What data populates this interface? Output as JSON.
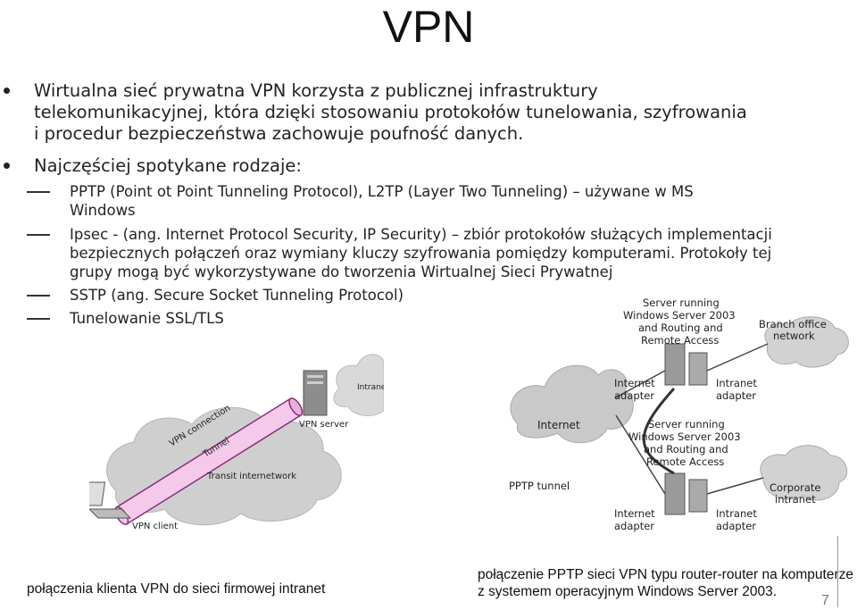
{
  "slide": {
    "title": "VPN",
    "page_number": "7"
  },
  "bullets": {
    "b1_lines": [
      "Wirtualna sieć prywatna VPN korzysta z publicznej infrastruktury",
      "telekomunikacyjnej, która dzięki stosowaniu protokołów tunelowania, szyfrowania",
      "i procedur bezpieczeństwa zachowuje poufność danych."
    ],
    "b2": "Najczęściej spotykane rodzaje:",
    "sub1_lines": [
      "PPTP (Point ot Point Tunneling Protocol), L2TP (Layer Two Tunneling) – używane w MS",
      "Windows"
    ],
    "sub2_lines": [
      "Ipsec - (ang. Internet Protocol Security, IP Security) – zbiór protokołów służących implementacji",
      "bezpiecznych połączeń oraz wymiany kluczy szyfrowania pomiędzy komputerami. Protokoły tej",
      "grupy mogą być wykorzystywane do tworzenia Wirtualnej Sieci Prywatnej"
    ],
    "sub3": "SSTP (ang. Secure Socket Tunneling Protocol)",
    "sub4": "Tunelowanie SSL/TLS"
  },
  "figure_left": {
    "intranet": "Intranet",
    "vpn_server": "VPN server",
    "vpn_connection": "VPN connection",
    "tunnel": "Tunnel",
    "transit": "Transit internetwork",
    "vpn_client": "VPN client",
    "caption": "połączenia  klienta VPN do sieci  firmowej intranet"
  },
  "figure_right": {
    "server1_lines": [
      "Server running",
      "Windows Server 2003",
      "and Routing and",
      "Remote Access"
    ],
    "branch_lines": [
      "Branch office",
      "network"
    ],
    "internet_adapter_lines": [
      "Internet",
      "adapter"
    ],
    "intranet_adapter_lines": [
      "Intranet",
      "adapter"
    ],
    "internet": "Internet",
    "server2_lines": [
      "Server running",
      "Windows Server 2003",
      "and Routing and",
      "Remote Access"
    ],
    "pptp_tunnel": "PPTP tunnel",
    "corporate_lines": [
      "Corporate",
      "intranet"
    ],
    "internet_adapter2_lines": [
      "Internet",
      "adapter"
    ],
    "intranet_adapter2_lines": [
      "Intranet",
      "adapter"
    ],
    "caption_lines": [
      "połączenie PPTP sieci VPN typu router-router na komputerze",
      "z systemem operacyjnym Windows Server 2003."
    ]
  },
  "colors": {
    "tunnel_pink": "#f4c9ea",
    "cloud_gray": "#c9c9c9",
    "server_gray": "#9a9a9a"
  }
}
